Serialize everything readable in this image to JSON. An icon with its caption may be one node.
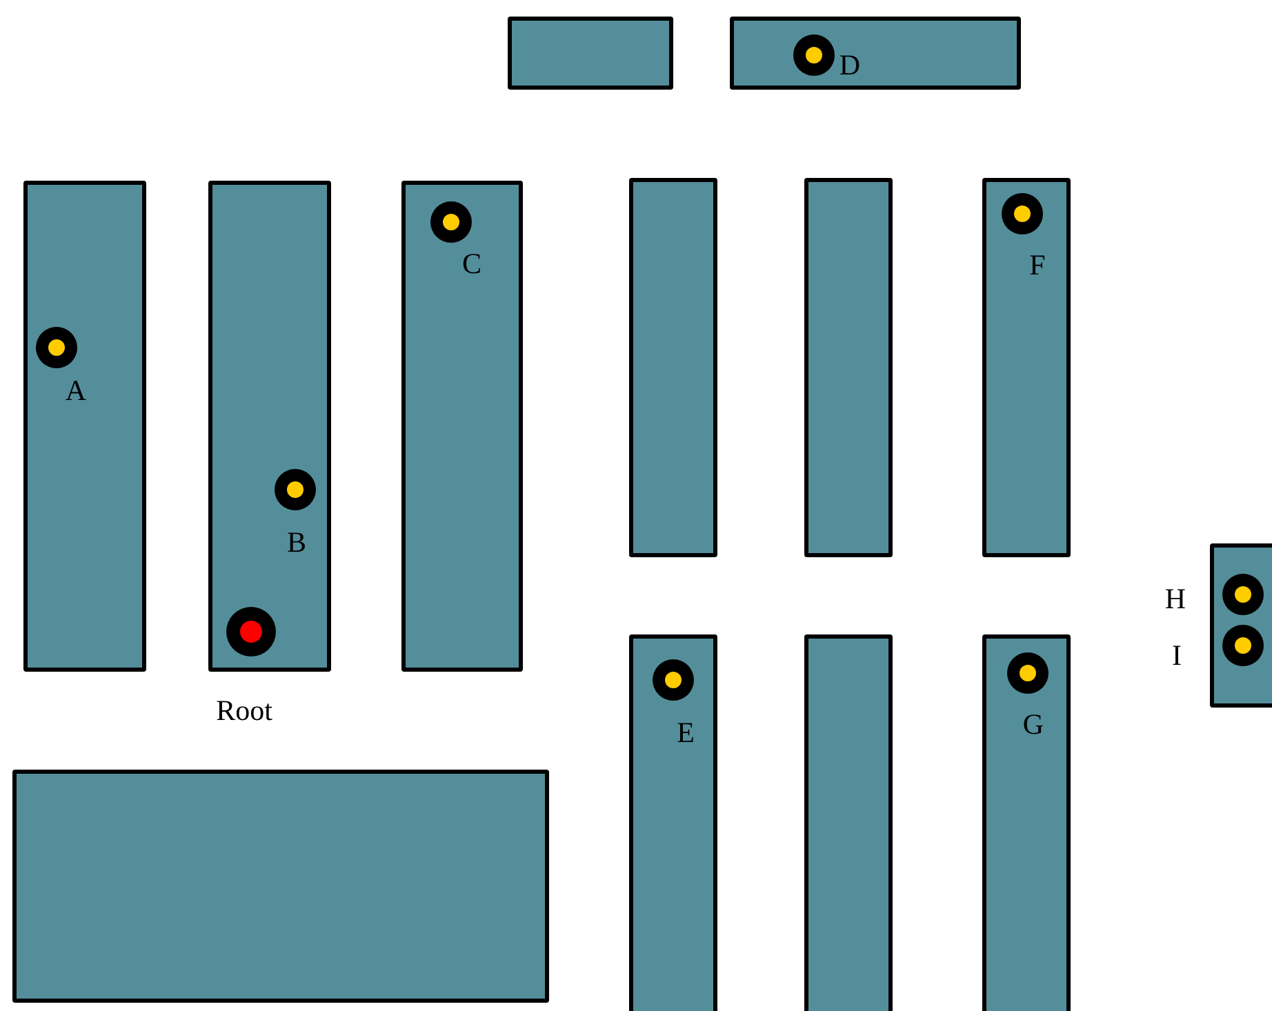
{
  "diagram": {
    "nodes": [
      {
        "text": [],
        "shape": "box"
      },
      {
        "text": [],
        "shape": "box"
      },
      {
        "text": [],
        "shape": "box"
      },
      {
        "text": [],
        "shape": "box"
      },
      {
        "text": [],
        "shape": "box"
      },
      {
        "text": [],
        "shape": "box"
      },
      {
        "text": [],
        "shape": "box"
      },
      {
        "text": [],
        "shape": "box"
      },
      {
        "text": [],
        "shape": "box"
      },
      {
        "text": [],
        "shape": "box"
      },
      {
        "text": [],
        "shape": "box"
      },
      {
        "text": [],
        "shape": "box"
      },
      {
        "text": [],
        "shape": "box"
      },
      {
        "text": [],
        "shape": "circle",
        "beside": [
          "D"
        ],
        "in": 1
      },
      {
        "text": [],
        "shape": "circle",
        "beside": [
          "A"
        ],
        "in": 2
      },
      {
        "text": [],
        "shape": "circle",
        "beside": [
          "C"
        ],
        "in": 4
      },
      {
        "text": [],
        "shape": "circle",
        "beside": [
          "F"
        ],
        "in": 7
      },
      {
        "text": [],
        "shape": "circle",
        "beside": [
          "B"
        ],
        "in": 3
      },
      {
        "text": [],
        "shape": "circle",
        "beside": [
          "H"
        ],
        "in": 8
      },
      {
        "text": [],
        "shape": "circle",
        "beside": [
          "Root"
        ],
        "in": 3
      },
      {
        "text": [],
        "shape": "circle",
        "beside": [
          "I"
        ],
        "in": 8
      },
      {
        "text": [],
        "shape": "circle",
        "beside": [
          "E"
        ],
        "in": 9
      },
      {
        "text": [],
        "shape": "circle",
        "beside": [
          "G"
        ],
        "in": 11
      }
    ],
    "edges": []
  }
}
